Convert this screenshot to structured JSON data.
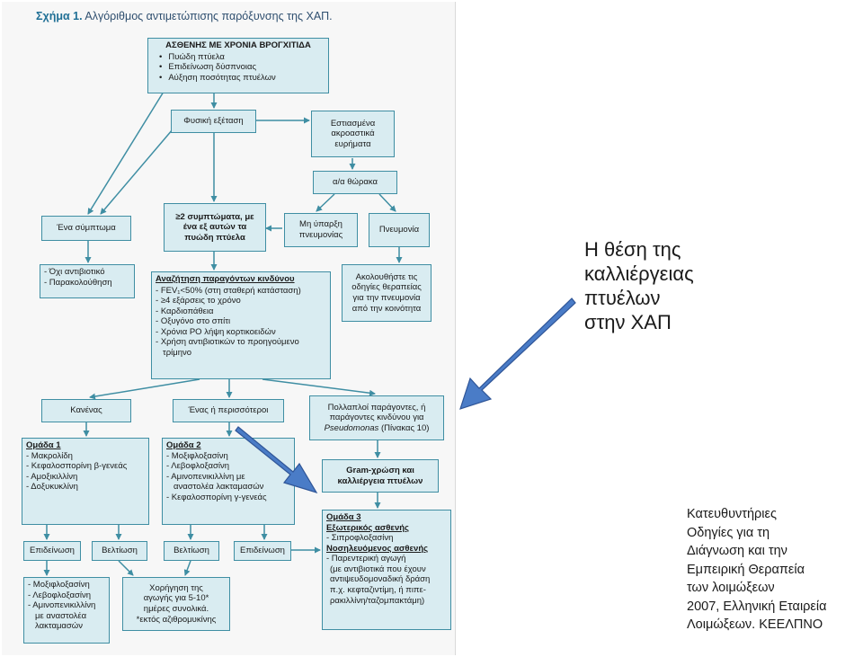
{
  "figure": {
    "title_prefix": "Σχήμα 1.",
    "title": "Αλγόριθμος αντιμετώπισης παρόξυνσης της ΧΑΠ.",
    "boxes": {
      "patient": {
        "header": "ΑΣΘΕΝΗΣ ΜΕ ΧΡΟΝΙΑ ΒΡΟΓΧΙΤΙΔΑ",
        "items": [
          "Πυώδη πτύελα",
          "Επιδείνωση δύσπνοιας",
          "Αύξηση ποσότητας πτυέλων"
        ]
      },
      "exam": "Φυσική εξέταση",
      "focused": "Εστιασμένα ακροαστικά ευρήματα",
      "xray": "α/α θώρακα",
      "one_symptom": "Ένα σύμπτωμα",
      "two_symptoms": "≥2 συμπτώματα, με ένα εξ αυτών τα πυώδη πτύελα",
      "no_pneumonia": "Μη ύπαρξη πνευμονίας",
      "pneumonia": "Πνευμονία",
      "no_antibiotic": [
        "- Όχι αντιβιοτικό",
        "- Παρακολούθηση"
      ],
      "risk": {
        "header": "Αναζήτηση παραγόντων κινδύνου",
        "items": [
          "FEV₁<50% (στη σταθερή κατάσταση)",
          "≥4 εξάρσεις το χρόνο",
          "Καρδιοπάθεια",
          "Οξυγόνο στο σπίτι",
          "Χρόνια PO λήψη κορτικοειδών",
          "Χρήση αντιβιοτικών το προηγούμενο",
          "τρίμηνο"
        ]
      },
      "pneumonia_guide": "Ακολουθήστε τις οδηγίες θεραπείας για την πνευμονία από την κοινότητα",
      "none": "Κανένας",
      "one_or_more": "Ένας ή περισσότεροι",
      "multiple": {
        "line1": "Πολλαπλοί παράγοντες, ή",
        "line2": "παράγοντες κινδύνου για",
        "italic": "Pseudomonas",
        "rest": " (Πίνακας 10)"
      },
      "group1": {
        "header": "Ομάδα 1",
        "items": [
          "- Μακρολίδη",
          "- Κεφαλοσπορίνη β-γενεάς",
          "- Αμοξικιλλίνη",
          "- Δοξυκυκλίνη"
        ]
      },
      "group2": {
        "header": "Ομάδα 2",
        "items": [
          "- Μοξιφλοξασίνη",
          "- Λεβοφλοξασίνη",
          "- Αμινοπενικιλλίνη με",
          "  αναστολέα λακταμασών",
          "- Κεφαλοσπορίνη γ-γενεάς"
        ]
      },
      "gram": "Gram-χρώση και καλλιέργεια πτυέλων",
      "worse1": "Επιδείνωση",
      "better1": "Βελτίωση",
      "better2": "Βελτίωση",
      "worse2": "Επιδείνωση",
      "group3": {
        "header": "Ομάδα 3",
        "outpatient": "Εξωτερικός ασθενής",
        "outpatient_items": [
          "- Σιπροφλοξασίνη"
        ],
        "inpatient": "Νοσηλευόμενος ασθενής",
        "inpatient_items": [
          "- Παρεντερική αγωγή",
          "(με αντιβιοτικά που έχουν",
          "αντιψευδομοναδική δράση",
          "π.χ. κεφταζιντίμη, ή πιπε-",
          "ρακιλλίνη/ταζομπακτάμη)"
        ]
      },
      "moxi": [
        "- Μοξιφλοξασίνη",
        "- Λεβοφλοξασίνη",
        "- Αμινοπενικιλλίνη",
        "  με αναστολέα",
        "  λακταμασών"
      ],
      "duration": [
        "Χορήγηση της",
        "αγωγής για 5-10*",
        "ημέρες συνολικά.",
        "*εκτός αζιθρομυκίνης"
      ]
    }
  },
  "side_title": [
    "Η θέση της",
    "καλλιέργειας",
    "πτυέλων",
    "στην ΧΑΠ"
  ],
  "side_note": [
    "Κατευθυντήριες",
    "Οδηγίες για τη",
    "Διάγνωση και την",
    "Εμπειρική Θεραπεία",
    "των λοιμώξεων",
    "2007, Ελληνική Εταιρεία",
    "Λοιμώξεων. ΚΕΕΛΠΝΟ"
  ],
  "colors": {
    "box_fill": "#d9ecf1",
    "box_border": "#3f8ea3",
    "connector": "#3f8ea3",
    "big_arrow": "#4a7cc7",
    "big_arrow_border": "#2f5597",
    "title": "#1f6f95"
  }
}
